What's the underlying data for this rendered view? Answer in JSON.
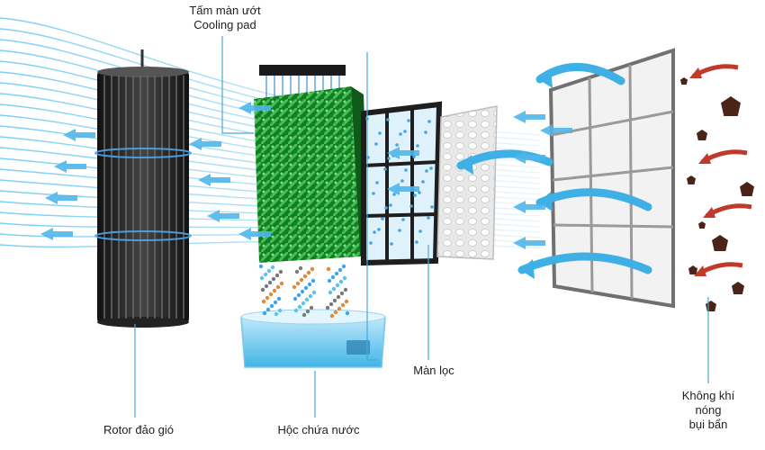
{
  "labels": {
    "cooling_pad_vi": "Tấm màn ướt",
    "cooling_pad_en": "Cooling pad",
    "filter": "Màn lọc",
    "rotor": "Rotor đảo gió",
    "water_tank": "Hộc chứa nước",
    "hot_air_1": "Không khí",
    "hot_air_2": "nóng",
    "hot_air_3": "bụi bẩn"
  },
  "colors": {
    "air_flow": "#5cc3ec",
    "arrow": "#3fb0e6",
    "rotor": "#2b2b2b",
    "pad": "#1f8f2e",
    "water": "#7fd0f2",
    "dust_arrow": "#c0392b",
    "dust": "#4a2418",
    "filter_frame": "#9a9a9a",
    "callout_line": "#4aa8d8"
  },
  "icons": [
    "rotor-cylinder",
    "cooling-pad",
    "water-tank",
    "mesh-filter",
    "grid-filter",
    "dust-particle",
    "air-arrow"
  ]
}
